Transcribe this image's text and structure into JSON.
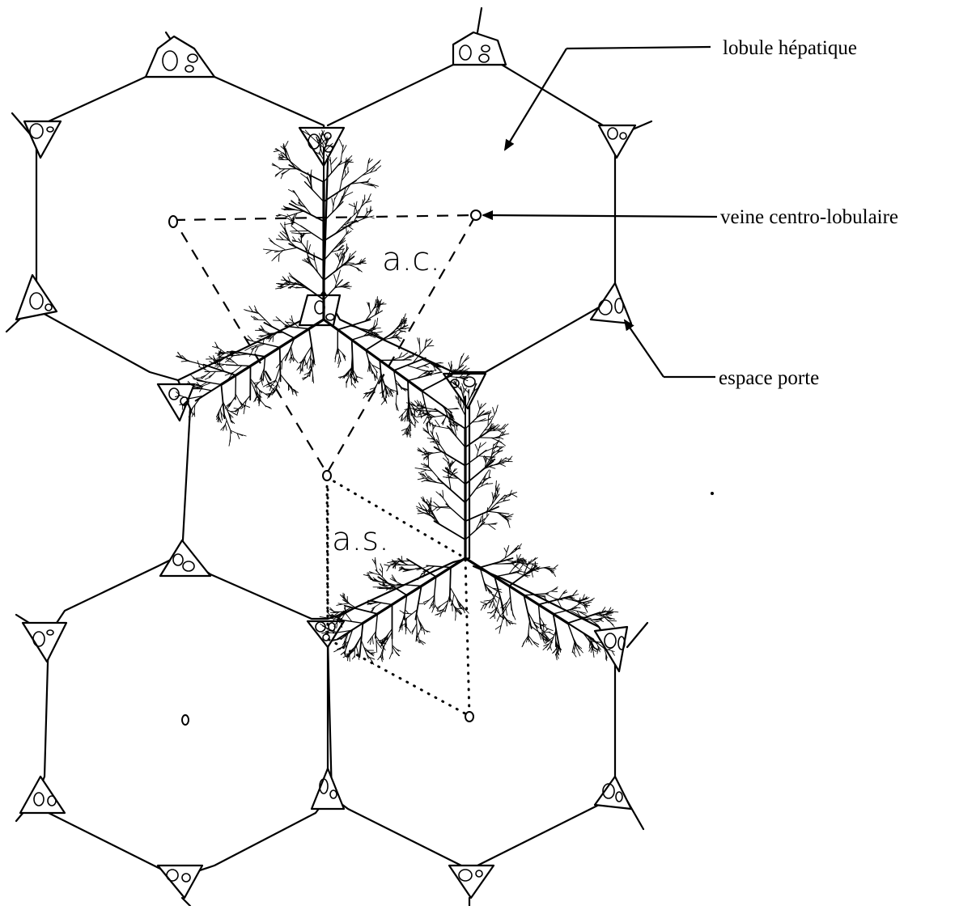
{
  "labels": {
    "lobule": "lobule hépatique",
    "central_vein": "veine centro-lobulaire",
    "portal_space": "espace porte",
    "acinus_classic": "a.c.",
    "acinus_simple": "a.s."
  }
}
